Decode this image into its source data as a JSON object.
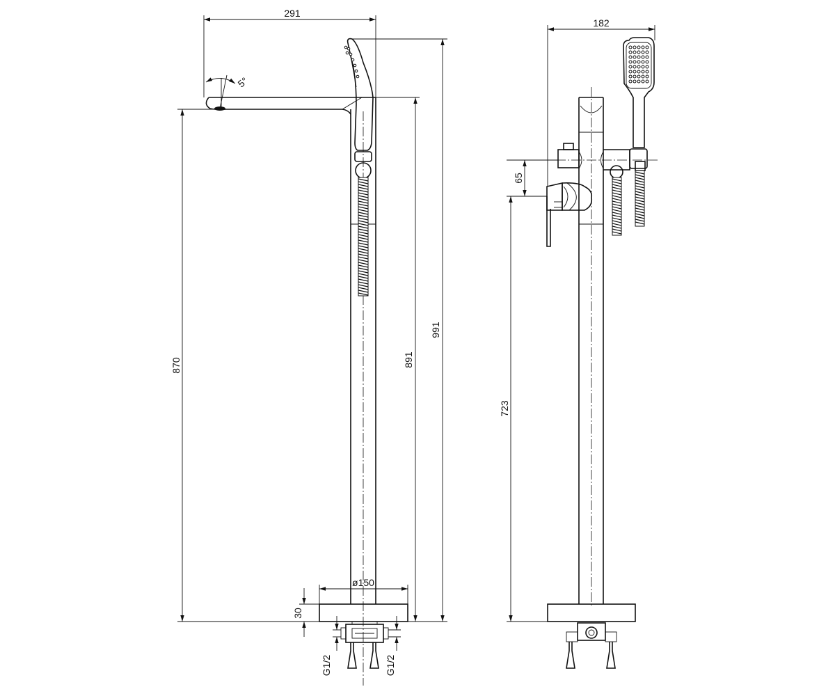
{
  "dimensions": {
    "spout_reach": "291",
    "spout_angle": "5°",
    "spout_height": "870",
    "holder_height": "891",
    "overall_height": "991",
    "base_diameter": "ø150",
    "base_height": "30",
    "inlet_left": "G1/2",
    "inlet_right": "G1/2",
    "side_width": "182",
    "valve_offset": "65",
    "lever_height": "723"
  }
}
